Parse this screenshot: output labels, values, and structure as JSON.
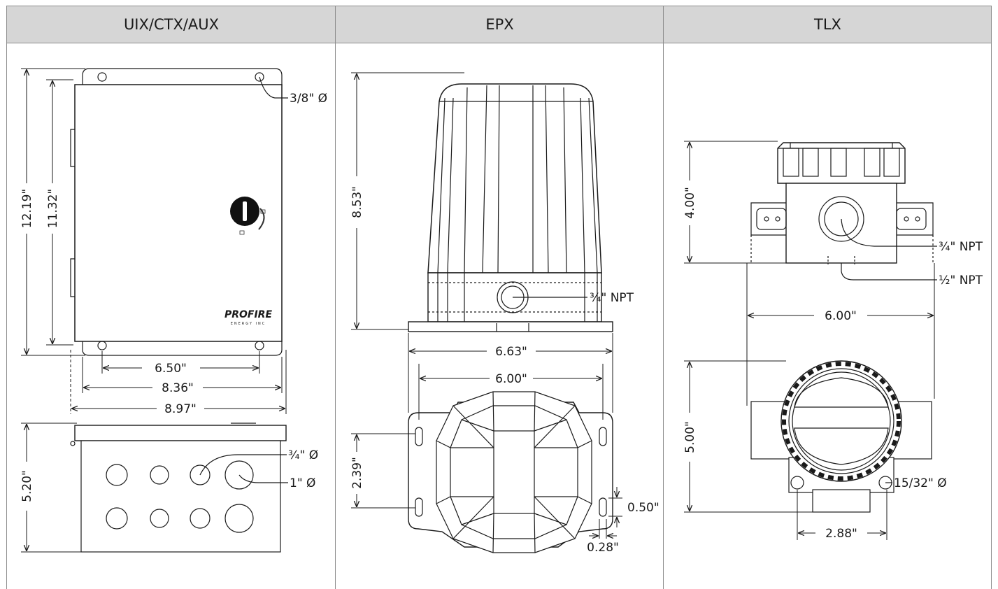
{
  "columns": [
    {
      "id": "uix",
      "header": "UIX/CTX/AUX"
    },
    {
      "id": "epx",
      "header": "EPX"
    },
    {
      "id": "tlx",
      "header": "TLX"
    }
  ],
  "uix": {
    "dim_total_height": "12.19\"",
    "dim_door_height": "11.32\"",
    "dim_mount_hole": "3/8\" Ø",
    "dim_hole_spacing": "6.50\"",
    "dim_body_width": "8.36\"",
    "dim_overall_width": "8.97\"",
    "dim_depth": "5.20\"",
    "dim_small_knockout": "¾\" Ø",
    "dim_large_knockout": "1\" Ø",
    "logo_text": "PROFIRE",
    "logo_subtext": "ENERGY INC"
  },
  "epx": {
    "dim_height": "8.53\"",
    "dim_conduit": "¾\" NPT",
    "dim_base_width": "6.63\"",
    "dim_slot_spacing": "6.00\"",
    "dim_slot_vertical": "2.39\"",
    "dim_slot_length": "0.50\"",
    "dim_slot_width": "0.28\""
  },
  "tlx": {
    "dim_height": "4.00\"",
    "dim_conduit_main": "¾\" NPT",
    "dim_conduit_small": "½\" NPT",
    "dim_width": "6.00\"",
    "dim_depth": "5.00\"",
    "dim_mount_hole": "15/32\" Ø",
    "dim_hole_spacing": "2.88\""
  }
}
